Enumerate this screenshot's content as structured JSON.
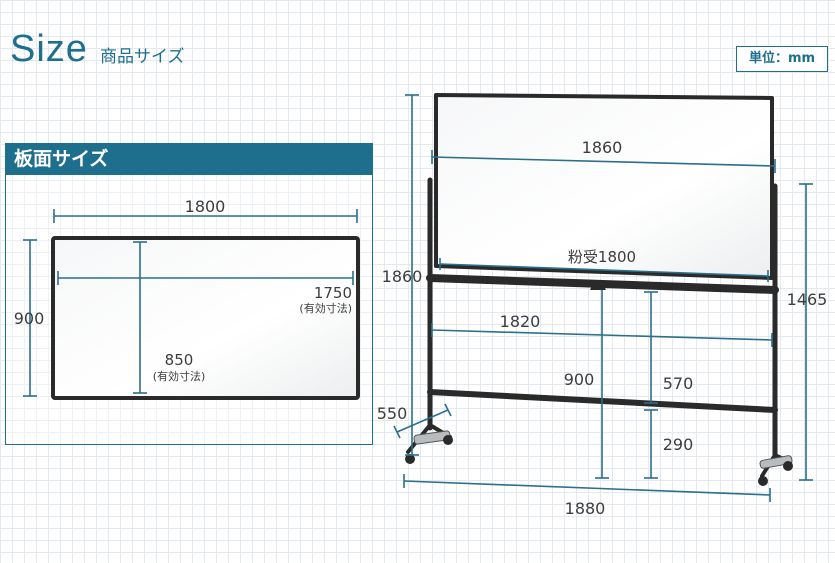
{
  "header": {
    "title": "Size",
    "subtitle": "商品サイズ",
    "unit_label": "単位：mm"
  },
  "board_panel": {
    "title": "板面サイズ",
    "width": "1800",
    "height": "900",
    "effective_width": "1750",
    "effective_height": "850",
    "effective_note": "(有効寸法)"
  },
  "stand": {
    "board_width": "1860",
    "chalk_tray": "粉受1800",
    "total_height": "1860",
    "board_top_height": "1465",
    "frame_width": "1820",
    "tray_height": "900",
    "crossbar_height": "570",
    "lower_bar_height": "290",
    "leg_depth": "550",
    "total_width": "1880"
  },
  "colors": {
    "accent": "#1e6f8e",
    "frame": "#2a2a2a",
    "dimension_line": "#2b6f8c",
    "text": "#3d3d3d"
  }
}
